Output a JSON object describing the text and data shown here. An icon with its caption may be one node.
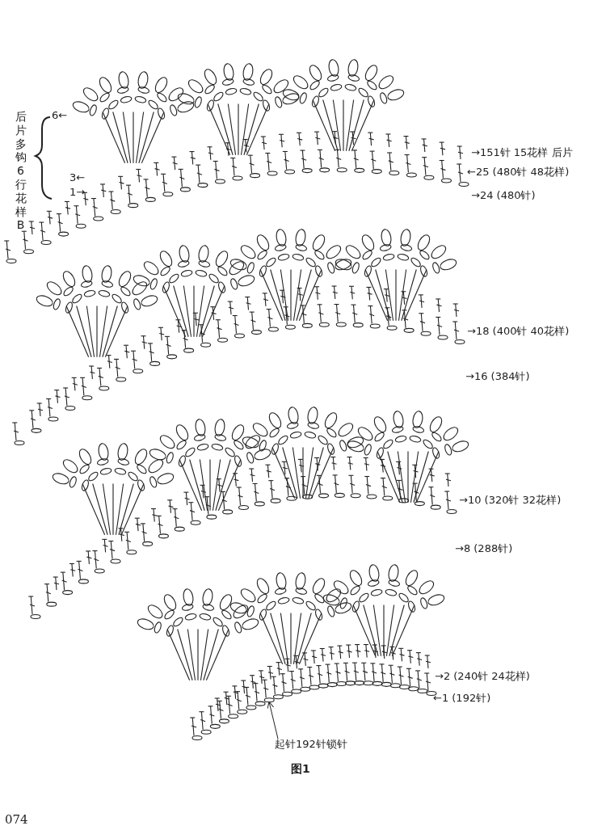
{
  "diagram": {
    "caption": "图1",
    "nodes": [
      {
        "text": [
          "起针192针锁针"
        ]
      },
      {
        "text": [],
        "shape": "picture"
      }
    ],
    "edges": [
      {
        "from": 0,
        "to": 1,
        "arrow": "to"
      }
    ],
    "labels": [
      "后片多钩6行花样B",
      "6←",
      "3←",
      "1→",
      "→151针 15花样 后片",
      "←25 (480针 48花样)",
      "→24 (480针)",
      "→18 (400针 40花样)",
      "→16 (384针)",
      "→10 (320针 32花样)",
      "→8 (288针)",
      "→2 (240针 24花样)",
      "←1 (192针)",
      "074"
    ]
  }
}
